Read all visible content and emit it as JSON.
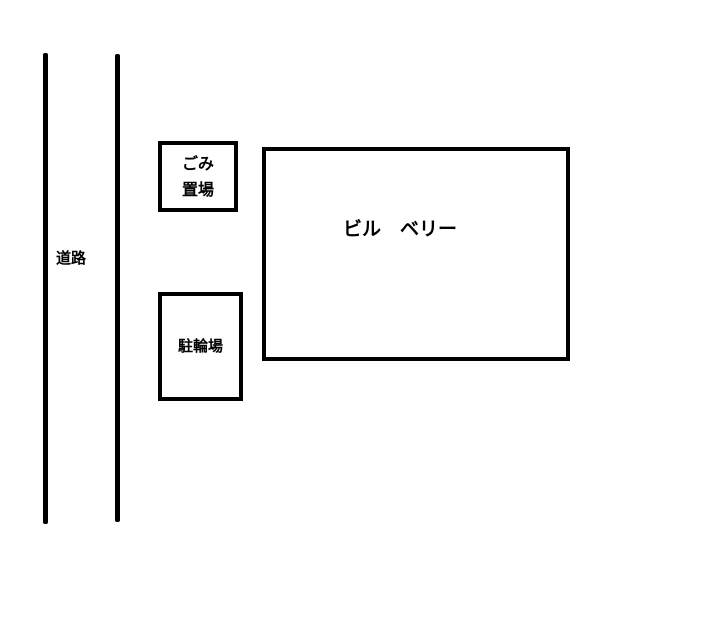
{
  "diagram": {
    "road": {
      "label": "道路"
    },
    "garbage": {
      "line1": "ごみ",
      "line2": "置場"
    },
    "bicycle_parking": {
      "label": "駐輪場"
    },
    "building": {
      "label": "ビル　ベリー"
    },
    "colors": {
      "stroke": "#000000",
      "background": "#ffffff"
    }
  }
}
